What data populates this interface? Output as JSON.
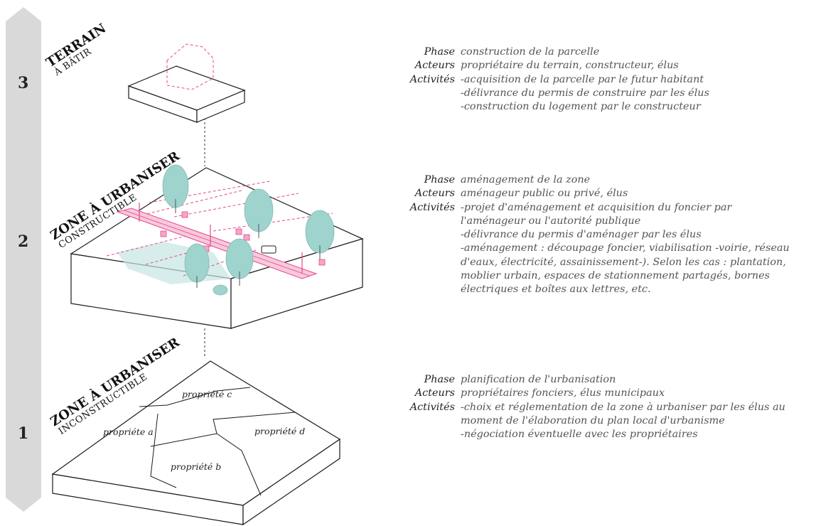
{
  "stages": [
    {
      "number": "3",
      "title": "TERRAIN",
      "subtitle": "À BÂTIR",
      "phase_key": "Phase",
      "phase": "construction de la parcelle",
      "acteurs_key": "Acteurs",
      "acteurs": "propriétaire du terrain, constructeur, élus",
      "activites_key": "Activités",
      "activites": [
        "-acquisition de la parcelle par le futur habitant",
        "-délivrance du permis de construire par les élus",
        "-construction du logement par le constructeur"
      ]
    },
    {
      "number": "2",
      "title": "ZONE À URBANISER",
      "subtitle": "CONSTRUCTIBLE",
      "phase_key": "Phase",
      "phase": "aménagement de la zone",
      "acteurs_key": "Acteurs",
      "acteurs": "aménageur public ou privé, élus",
      "activites_key": "Activités",
      "activites": [
        "-projet d'aménagement et acquisition du foncier par",
        "l'aménageur ou l'autorité publique",
        "-délivrance du permis d'aménager par les élus",
        "-aménagement : découpage foncier, viabilisation -voirie, réseau",
        "d'eaux, électricité, assainissement-). Selon les cas : plantation,",
        "moblier urbain, espaces de stationnement partagés, bornes",
        "électriques et boîtes aux lettres, etc."
      ]
    },
    {
      "number": "1",
      "title": "ZONE À URBANISER",
      "subtitle": "INCONSTRUCTIBLE",
      "phase_key": "Phase",
      "phase": "planification de l'urbanisation",
      "acteurs_key": "Acteurs",
      "acteurs": "propriétaires fonciers, élus municipaux",
      "activites_key": "Activités",
      "activites": [
        "-choix et réglementation de la zone à urbaniser par les élus au",
        "moment de l'élaboration du plan local d'urbanisme",
        "-négociation éventuelle avec les propriétaires"
      ]
    }
  ],
  "properties": {
    "a": "propriéte a",
    "b": "propriété b",
    "c": "propriété c",
    "d": "propriété d"
  },
  "colors": {
    "arrow": "#d9d9d9",
    "road": "#e8478a",
    "tree": "#9fd3ce",
    "green_area": "#c6e6e2",
    "line": "#1a1a1a"
  }
}
